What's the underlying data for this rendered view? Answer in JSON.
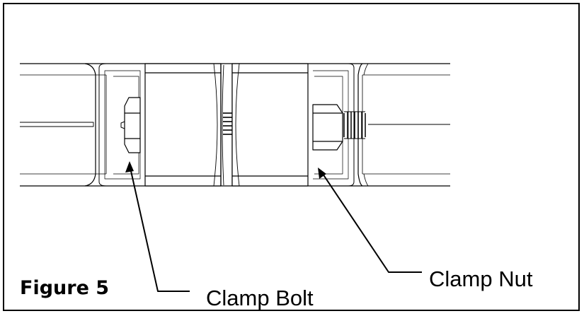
{
  "figure": {
    "label": "Figure 5",
    "callouts": {
      "clamp_bolt": "Clamp Bolt",
      "clamp_nut": "Clamp Nut"
    }
  }
}
